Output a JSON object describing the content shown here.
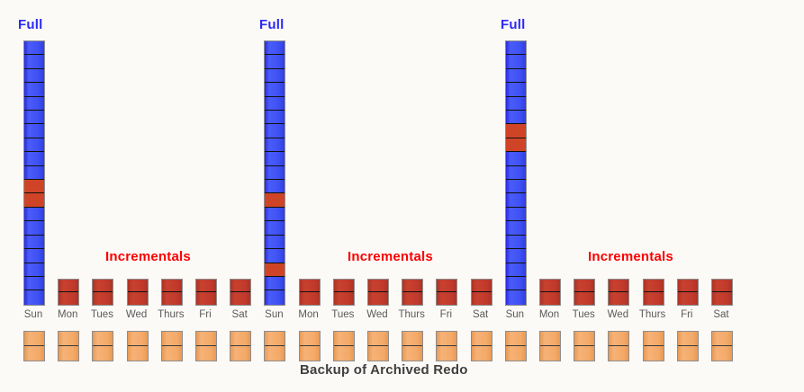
{
  "diagram": {
    "title_caption": "Backup of Archived Redo",
    "full_label": "Full",
    "incrementals_label": "Incrementals",
    "background_color": "#fcfaf7",
    "colors": {
      "full_label": "#2b2bf5",
      "incrementals_label": "#fb0000",
      "caption": "#3f3f3f",
      "day_label": "#5a5a5a",
      "full_block_blue": "#3f51f3",
      "full_block_red": "#cf4426",
      "incremental_block": "#c0392b",
      "archived_redo_block": "#f4a968"
    },
    "day_names": [
      "Sun",
      "Mon",
      "Tues",
      "Wed",
      "Thurs",
      "Fri",
      "Sat"
    ],
    "day_labels": [
      "Sun",
      "Mon",
      "Tues",
      "Wed",
      "Thurs",
      "Fri",
      "Sat",
      "Sun",
      "Mon",
      "Tues",
      "Wed",
      "Thurs",
      "Fri",
      "Sat",
      "Sun",
      "Mon",
      "Tues",
      "Wed",
      "Thurs",
      "Fri",
      "Sat"
    ],
    "weeks": [
      {
        "full_label": "Full",
        "incrementals_label": "Incrementals",
        "full_day": "Sun",
        "full_column_cells": 19,
        "full_column_red_cell_indexes": [
          10,
          11
        ],
        "incremental_days": [
          "Mon",
          "Tues",
          "Wed",
          "Thurs",
          "Fri",
          "Sat"
        ]
      },
      {
        "full_label": "Full",
        "incrementals_label": "Incrementals",
        "full_day": "Sun",
        "full_column_cells": 19,
        "full_column_red_cell_indexes": [
          11,
          16
        ],
        "incremental_days": [
          "Mon",
          "Tues",
          "Wed",
          "Thurs",
          "Fri",
          "Sat"
        ]
      },
      {
        "full_label": "Full",
        "incrementals_label": "Incrementals",
        "full_day": "Sun",
        "full_column_cells": 19,
        "full_column_red_cell_indexes": [
          6,
          7
        ],
        "incremental_days": [
          "Mon",
          "Tues",
          "Wed",
          "Thurs",
          "Fri",
          "Sat"
        ]
      }
    ],
    "archived_redo_count": 21
  }
}
